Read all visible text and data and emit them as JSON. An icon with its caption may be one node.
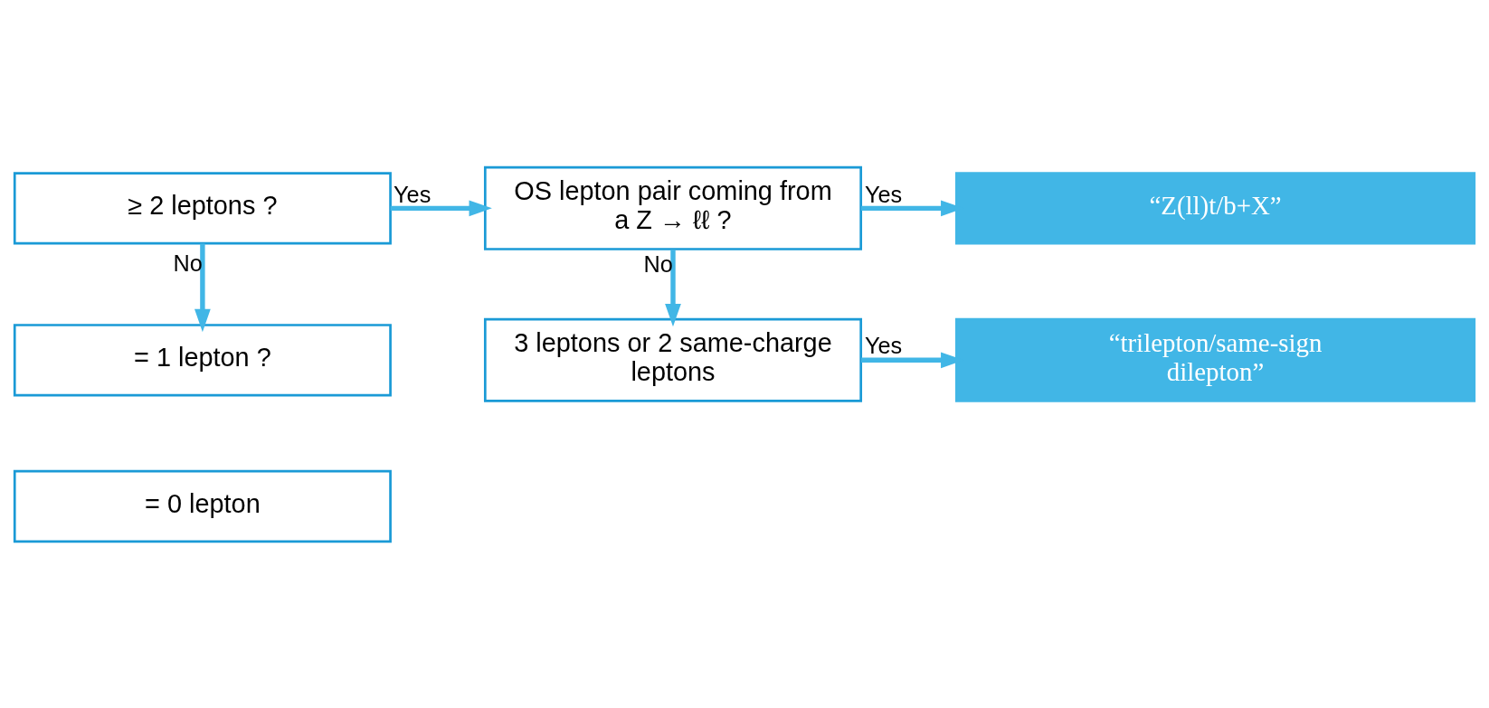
{
  "diagram": {
    "nodes": [
      {
        "text": [
          "≥ 2 leptons ?"
        ]
      },
      {
        "text": [
          "OS lepton pair coming from a Z → ℓℓ ?"
        ]
      },
      {
        "text": [
          "“Z(ll)t/b+X”"
        ]
      },
      {
        "text": [
          "3 leptons or 2 same-charge leptons"
        ]
      },
      {
        "text": [
          "“trilepton/same-sign dilepton”"
        ]
      },
      {
        "text": [
          "= 1 lepton ?"
        ]
      },
      {
        "text": [
          "= 0 lepton"
        ]
      }
    ],
    "edges": [
      {
        "from": 0,
        "to": 1,
        "arrow": "to",
        "label": "Yes"
      },
      {
        "from": 1,
        "to": 2,
        "arrow": "to",
        "label": "Yes"
      },
      {
        "from": 1,
        "to": 3,
        "arrow": "to",
        "label": "No"
      },
      {
        "from": 3,
        "to": 4,
        "arrow": "to",
        "label": "Yes"
      },
      {
        "from": 0,
        "to": 5,
        "arrow": "to",
        "label": "No"
      }
    ]
  }
}
